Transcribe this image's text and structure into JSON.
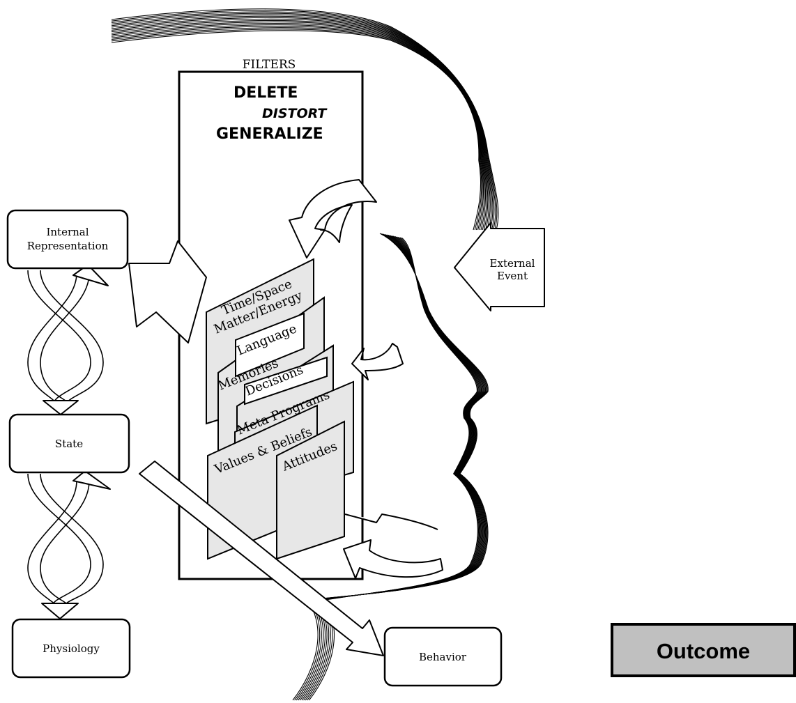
{
  "filters": {
    "title": "FILTERS",
    "processes": [
      "DELETE",
      "DISTORT",
      "GENERALIZE"
    ]
  },
  "boxes": {
    "internal_representation": [
      "Internal",
      "Representation"
    ],
    "state": "State",
    "physiology": "Physiology",
    "behavior": "Behavior",
    "external_event": [
      "External",
      "Event"
    ],
    "outcome": "Outcome"
  },
  "filter_cards": {
    "time_space": [
      "Time/Space",
      "Matter/Energy"
    ],
    "language": "Language",
    "memories": "Memories",
    "decisions": "Decisions",
    "meta_programs": "Meta Programs",
    "values_beliefs": "Values & Beliefs",
    "attitudes": "Attitudes"
  },
  "colors": {
    "card_fill": "#e7e7e7",
    "outcome_fill": "#c0c0c0",
    "line": "#000000"
  }
}
